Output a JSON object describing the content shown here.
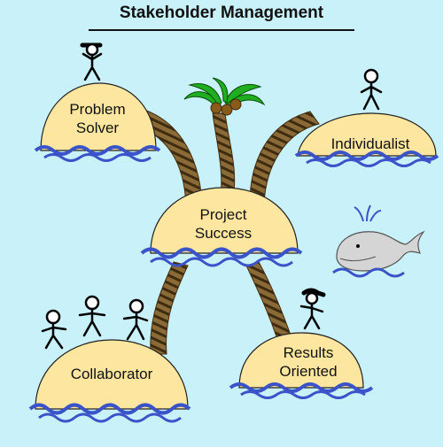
{
  "diagram": {
    "title": "Stakeholder Management",
    "center": {
      "label": "Project\nSuccess"
    },
    "islands": [
      {
        "label": "Problem\nSolver"
      },
      {
        "label": "Individualist"
      },
      {
        "label": "Collaborator"
      },
      {
        "label": "Results\nOriented"
      }
    ]
  },
  "colors": {
    "background": "#c9f1f9",
    "sand": "#fde6a0",
    "water": "#3b53c8",
    "palm_trunk": "#8a6a36",
    "palm_leaf": "#1fae1f",
    "whale": "#d5d5d5"
  }
}
